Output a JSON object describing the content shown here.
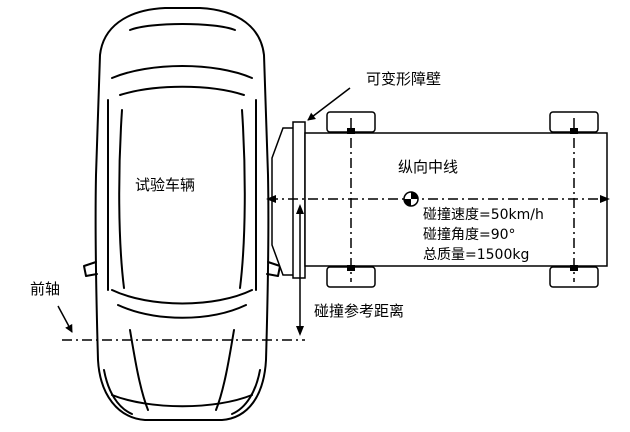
{
  "labels": {
    "test_vehicle": "试验车辆",
    "front_axle": "前轴",
    "barrier": "可变形障壁",
    "longitudinal_centerline": "纵向中线",
    "impact_speed": "碰撞速度=50km/h",
    "impact_angle": "碰撞角度=90°",
    "total_mass": "总质量=1500kg",
    "impact_reference_distance": "碰撞参考距离"
  },
  "colors": {
    "line": "#000000",
    "background": "#ffffff"
  },
  "icons": {
    "center_of_mass": "center-of-mass-icon"
  }
}
